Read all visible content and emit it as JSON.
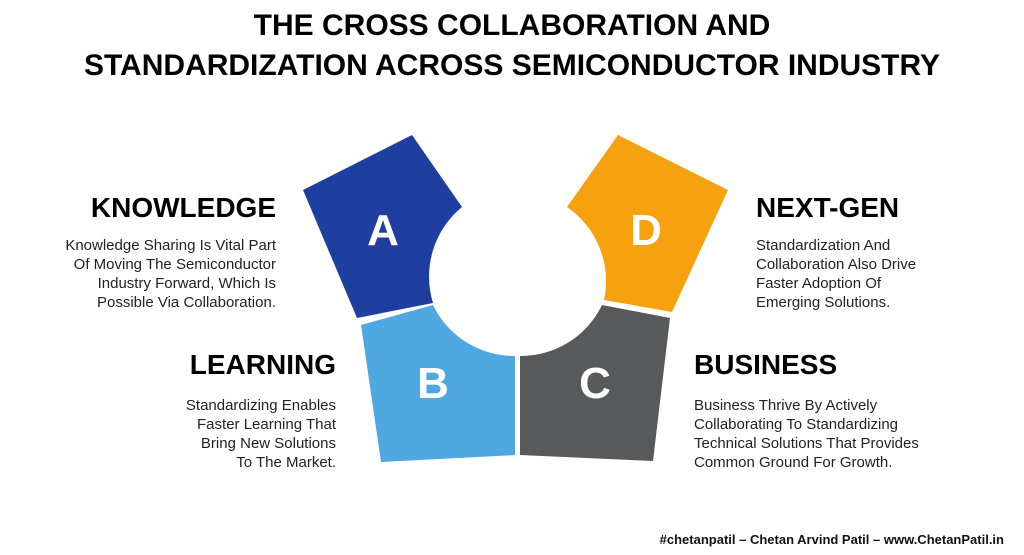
{
  "title": {
    "line1": "THE CROSS COLLABORATION AND",
    "line2": "STANDARDIZATION ACROSS SEMICONDUCTOR INDUSTRY"
  },
  "segments": [
    {
      "letter": "A",
      "color": "#1F3FA0",
      "heading": "KNOWLEDGE",
      "desc": [
        "Knowledge Sharing Is Vital Part",
        "Of Moving The Semiconductor",
        "Industry Forward, Which Is",
        "Possible Via Collaboration."
      ]
    },
    {
      "letter": "B",
      "color": "#4FA8E0",
      "heading": "LEARNING",
      "desc": [
        "Standardizing Enables",
        "Faster Learning That",
        "Bring New Solutions",
        "To The Market."
      ]
    },
    {
      "letter": "C",
      "color": "#58595B",
      "heading": "BUSINESS",
      "desc": [
        "Business Thrive By Actively",
        "Collaborating To Standardizing",
        "Technical Solutions That Provides",
        "Common Ground For Growth."
      ]
    },
    {
      "letter": "D",
      "color": "#F7A10F",
      "heading": "NEXT-GEN",
      "desc": [
        "Standardization And",
        "Collaboration Also Drive",
        "Faster Adoption Of",
        "Emerging Solutions."
      ]
    }
  ],
  "footer": "#chetanpatil – Chetan Arvind Patil – www.ChetanPatil.in"
}
